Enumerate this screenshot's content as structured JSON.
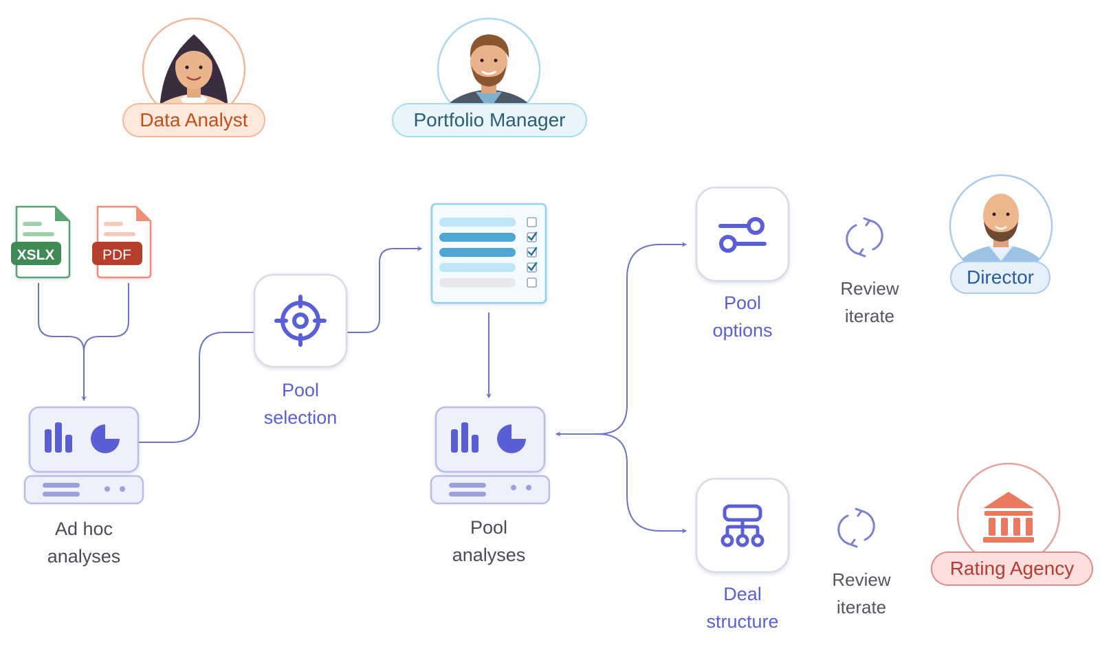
{
  "personas": {
    "data_analyst": "Data Analyst",
    "portfolio_manager": "Portfolio Manager",
    "director": "Director",
    "rating_agency": "Rating Agency"
  },
  "files": {
    "xlsx": "XSLX",
    "pdf": "PDF"
  },
  "nodes": {
    "ad_hoc": [
      "Ad hoc",
      "analyses"
    ],
    "pool_selection": [
      "Pool",
      "selection"
    ],
    "pool_analyses": [
      "Pool",
      "analyses"
    ],
    "pool_options": [
      "Pool",
      "options"
    ],
    "deal_structure": [
      "Deal",
      "structure"
    ]
  },
  "review_top": [
    "Review",
    "iterate"
  ],
  "review_bottom": [
    "Review",
    "iterate"
  ],
  "icons": {
    "xlsx": "spreadsheet-file-icon",
    "pdf": "pdf-file-icon",
    "ad_hoc": "analytics-computer-icon",
    "pool_selection": "target-icon",
    "checklist": "checklist-icon",
    "pool_analyses": "analytics-computer-icon",
    "pool_options": "toggle-options-icon",
    "deal_structure": "hierarchy-icon",
    "review": "refresh-cycle-icon",
    "rating_agency": "bank-building-icon"
  },
  "colors": {
    "accent": "#5a5fd6",
    "connector": "#6b72c8",
    "analyst": "#c24e1c",
    "portfolio_manager": "#2c5c76",
    "director": "#2a5d9a",
    "rating_agency": "#b43b36",
    "xlsx": "#3f8a55",
    "pdf": "#b53e2c"
  }
}
